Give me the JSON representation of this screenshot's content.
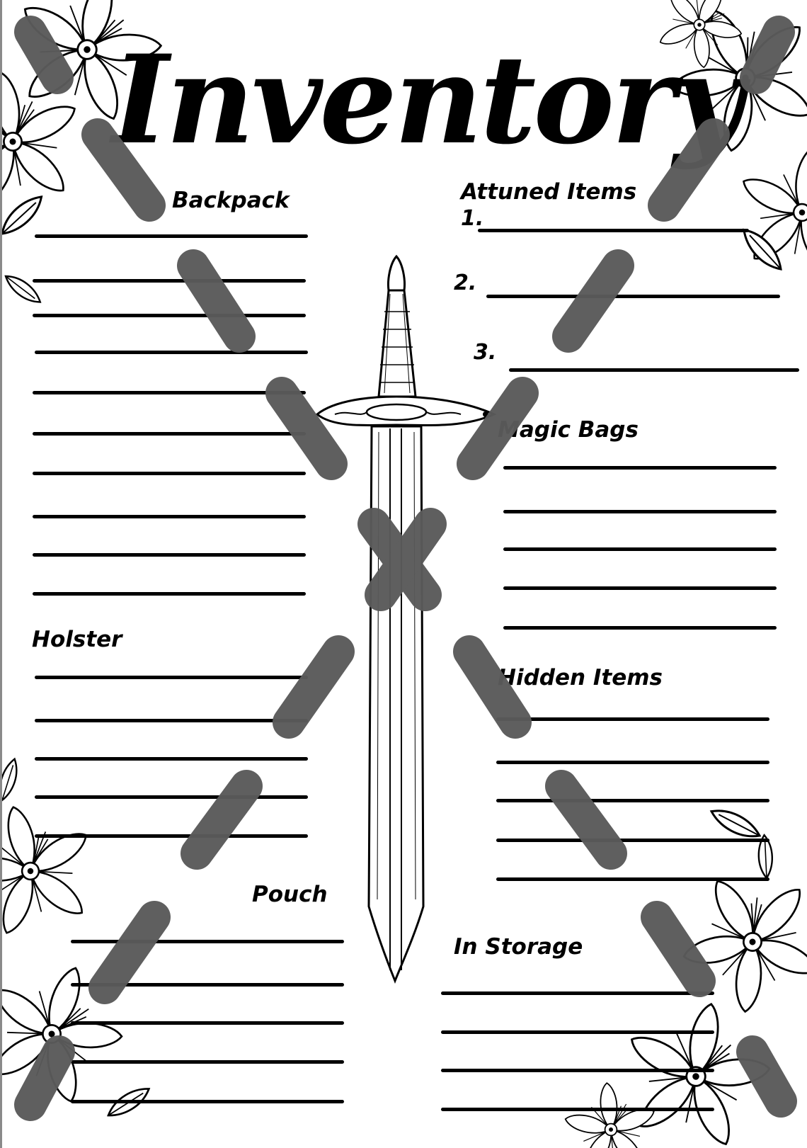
{
  "title": "Inventory",
  "sections": {
    "backpack": "Backpack",
    "attuned": "Attuned Items",
    "magic_bags": "Magic Bags",
    "holster": "Holster",
    "hidden": "Hidden Items",
    "pouch": "Pouch",
    "storage": "In Storage"
  },
  "attuned_numbers": [
    "1.",
    "2.",
    "3."
  ],
  "colors": {
    "ink": "#000000",
    "mark_gray": "#5a5a5a",
    "paper": "#ffffff"
  },
  "icons": [
    "sword-icon",
    "flower-icon",
    "cross-mark-icon"
  ]
}
